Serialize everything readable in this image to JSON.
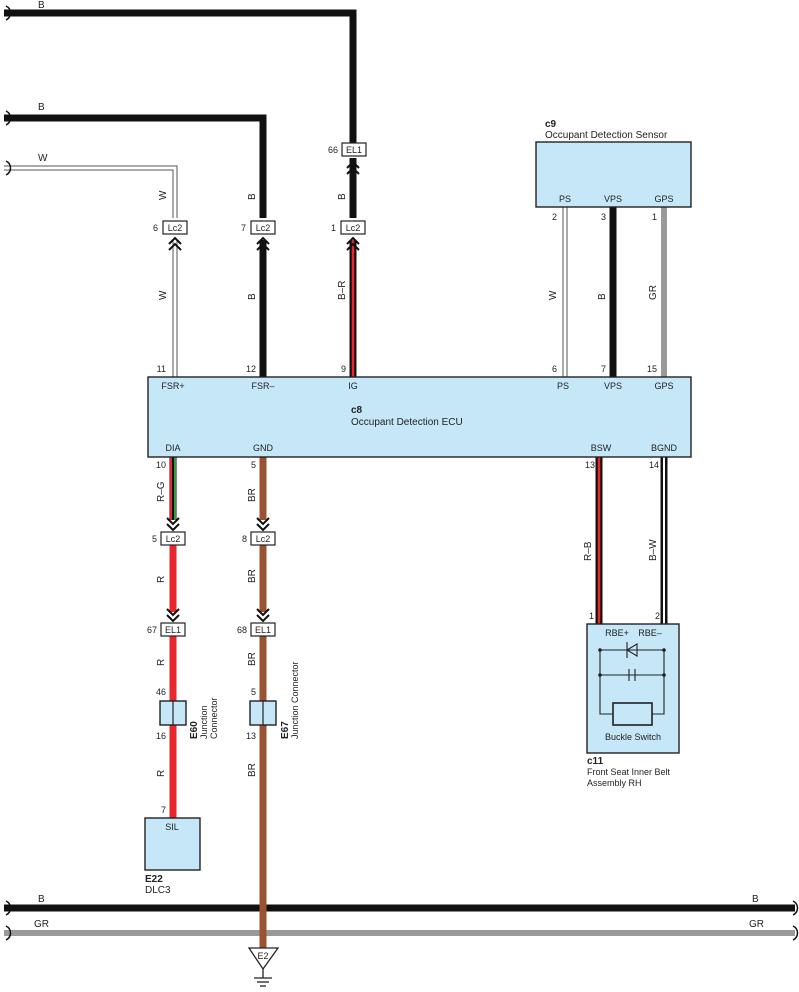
{
  "colors": {
    "B": "#111111",
    "W": "#ffffff",
    "BR": "#9b5230",
    "R": "#e8262b",
    "GR": "#9a9a9a",
    "box": "#c6e7f7"
  },
  "wires": {
    "top_b_1": "B",
    "top_b_2": "B",
    "top_w": "W",
    "w_v1": "W",
    "w_v2": "W",
    "b_v1": "B",
    "b_v2": "B",
    "b_v3": "B",
    "br_v1": "B–R",
    "ps_w": "W",
    "vps_b": "B",
    "gps_gr": "GR",
    "dia_rg": "R–G",
    "dia_r1": "R",
    "dia_r2": "R",
    "dia_r3": "R",
    "gnd_br1": "BR",
    "gnd_br2": "BR",
    "gnd_br3": "BR",
    "gnd_br4": "BR",
    "bsw_rb": "R–B",
    "bgnd_bw": "B–W",
    "bus_b_left": "B",
    "bus_b_right": "B",
    "bus_gr_left": "GR",
    "bus_gr_right": "GR"
  },
  "connectors": {
    "lc2_w": {
      "label": "Lc2",
      "pin": "6"
    },
    "lc2_b": {
      "label": "Lc2",
      "pin": "7"
    },
    "lc2_ig": {
      "label": "Lc2",
      "pin": "1"
    },
    "el1_ig": {
      "label": "EL1",
      "pin": "66"
    },
    "lc2_dia": {
      "label": "Lc2",
      "pin": "5"
    },
    "lc2_gnd": {
      "label": "Lc2",
      "pin": "8"
    },
    "el1_dia": {
      "label": "EL1",
      "pin": "67"
    },
    "el1_gnd": {
      "label": "EL1",
      "pin": "68"
    }
  },
  "ecu": {
    "code": "c8",
    "name": "Occupant Detection ECU",
    "pins_top": [
      {
        "num": "11",
        "name": "FSR+"
      },
      {
        "num": "12",
        "name": "FSR–"
      },
      {
        "num": "9",
        "name": "IG"
      },
      {
        "num": "6",
        "name": "PS"
      },
      {
        "num": "7",
        "name": "VPS"
      },
      {
        "num": "15",
        "name": "GPS"
      }
    ],
    "pins_bottom": [
      {
        "num": "10",
        "name": "DIA"
      },
      {
        "num": "5",
        "name": "GND"
      },
      {
        "num": "13",
        "name": "BSW"
      },
      {
        "num": "14",
        "name": "BGND"
      }
    ]
  },
  "sensor": {
    "code": "c9",
    "name": "Occupant Detection Sensor",
    "pins": [
      {
        "num": "2",
        "name": "PS"
      },
      {
        "num": "3",
        "name": "VPS"
      },
      {
        "num": "1",
        "name": "GPS"
      }
    ]
  },
  "junction_e60": {
    "code": "E60",
    "name_line1": "Junction",
    "name_line2": "Connector",
    "pin_top": "46",
    "pin_bottom": "16"
  },
  "junction_e67": {
    "code": "E67",
    "name": "Junction Connector",
    "pin_top": "5",
    "pin_bottom": "13"
  },
  "dlc3": {
    "code": "E22",
    "name": "DLC3",
    "pin": "7",
    "terminal": "SIL"
  },
  "buckle": {
    "code": "c11",
    "name_line1": "Front Seat Inner Belt",
    "name_line2": "Assembly RH",
    "pin_left": "1",
    "pin_right": "2",
    "term_left": "RBE+",
    "term_right": "RBE–",
    "switch_label": "Buckle Switch"
  },
  "ground": {
    "label": "E2"
  }
}
